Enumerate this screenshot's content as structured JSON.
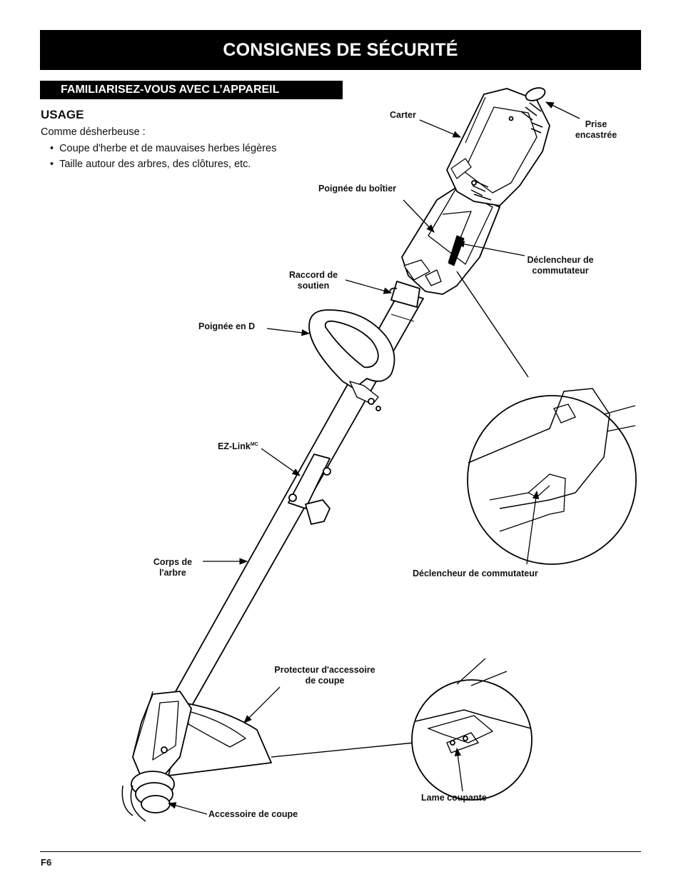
{
  "page": {
    "title": "CONSIGNES DE SÉCURITÉ",
    "section": "FAMILIARISEZ-VOUS AVEC L’APPAREIL",
    "page_number": "F6"
  },
  "usage": {
    "heading": "USAGE",
    "intro": "Comme désherbeuse :",
    "items": [
      "Coupe d'herbe et de mauvaises herbes légères",
      "Taille autour des arbres, des clôtures, etc."
    ]
  },
  "labels": {
    "carter": "Carter",
    "prise_line1": "Prise",
    "prise_line2": "encastrée",
    "poignee_boitier": "Poignée du boîtier",
    "declencheur_line1": "Déclencheur de",
    "declencheur_line2": "commutateur",
    "raccord_line1": "Raccord de",
    "raccord_line2": "soutien",
    "poignee_d": "Poignée en D",
    "ezlink": "EZ-Link",
    "ezlink_sup": "MC",
    "corps_line1": "Corps de",
    "corps_line2": "l'arbre",
    "declencheur_detail": "Déclencheur de commutateur",
    "protecteur_line1": "Protecteur d'accessoire",
    "protecteur_line2": "de coupe",
    "lame": "Lame coupante",
    "accessoire": "Accessoire de coupe"
  }
}
